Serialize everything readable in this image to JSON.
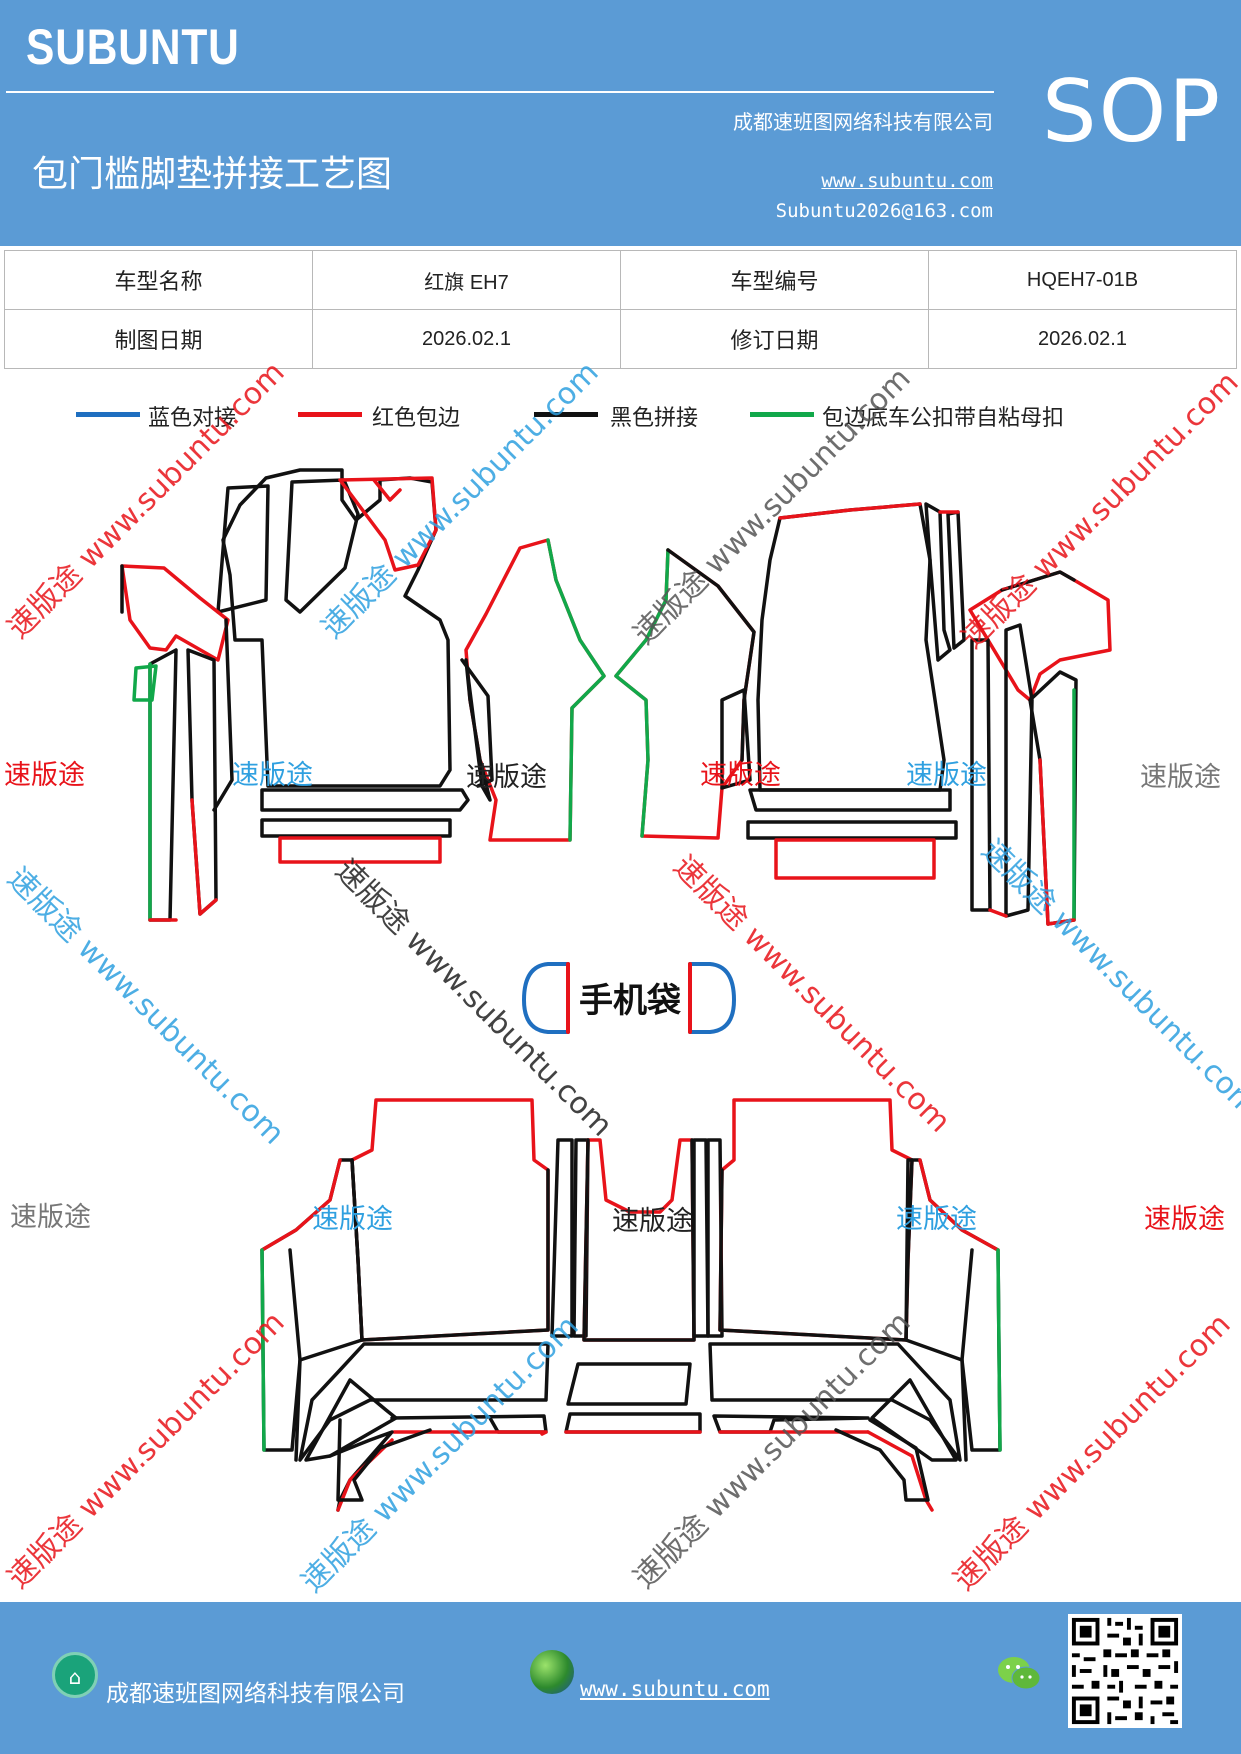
{
  "header": {
    "brand": "SUBUNTU",
    "company": "成都速班图网络科技有限公司",
    "title": "包门槛脚垫拼接工艺图",
    "website": "www.subuntu.com",
    "email": "Subuntu2026@163.com",
    "badge": "SOP"
  },
  "info_table": {
    "rows": [
      {
        "label1": "车型名称",
        "value1": "红旗 EH7",
        "label2": "车型编号",
        "value2": "HQEH7-01B"
      },
      {
        "label1": "制图日期",
        "value1": "2026.02.1",
        "label2": "修订日期",
        "value2": "2026.02.1"
      }
    ]
  },
  "legend": [
    {
      "label": "蓝色对接",
      "color": "#1f6fc0"
    },
    {
      "label": "红色包边",
      "color": "#e8131a"
    },
    {
      "label": "黑色拼接",
      "color": "#111111"
    },
    {
      "label": "包边底车公扣带自粘母扣",
      "color": "#11a84a"
    }
  ],
  "diagram": {
    "phone_bag_label": "手机袋",
    "watermark_text": "速版途",
    "watermark_url": "速版途 www.subuntu.com",
    "watermark_url_alt": "www.subuntu.com",
    "colors": {
      "blue": "#1f6fc0",
      "red": "#e8131a",
      "black": "#111111",
      "green": "#11a84a",
      "wm_red": "#e8131a",
      "wm_blue": "#2fa0e0",
      "wm_gray": "#777777"
    }
  },
  "footer": {
    "company": "成都速班图网络科技有限公司",
    "website": "www.subuntu.com",
    "icons": [
      "home-icon",
      "globe-icon",
      "wechat-icon",
      "qr-code"
    ]
  }
}
